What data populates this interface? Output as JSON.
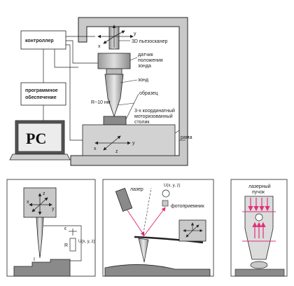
{
  "labels": {
    "controller": "контроллер",
    "software_1": "программное",
    "software_2": "обеспечение",
    "pc": "PC",
    "scanner": "3D пьезосканер",
    "sensor_1": "датчик",
    "sensor_2": "положения",
    "sensor_3": "зонда",
    "probe": "зонд",
    "radius": "R~10 нм",
    "sample": "образец",
    "stage_1": "3-х координатный",
    "stage_2": "моторизованный",
    "stage_3": "столик",
    "frame": "рама",
    "laser": "лазер",
    "photodetector": "фотоприемник",
    "laser_beam_1": "лазерный",
    "laser_beam_2": "пучок",
    "u_xyz": "U(x, y, z)",
    "axis_x": "x",
    "axis_y": "y",
    "axis_z": "z",
    "epsilon": "ε",
    "resistor": "R",
    "current": "I"
  },
  "colors": {
    "outline": "#222222",
    "grey_fill": "#c9c9c9",
    "dark_fill": "#7a7a7a",
    "laser_red": "#e0307a"
  }
}
